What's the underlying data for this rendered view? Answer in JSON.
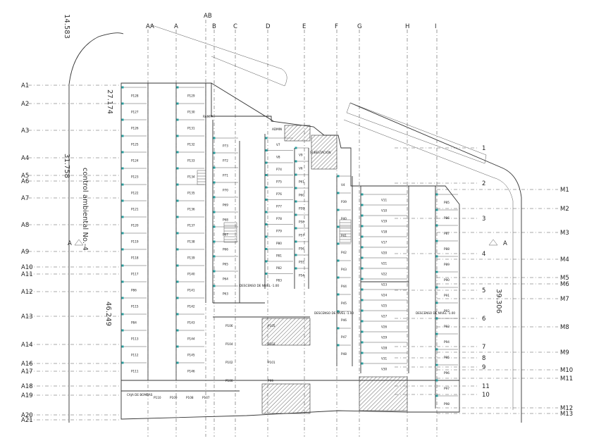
{
  "vertical_axes": [
    "AA",
    "A",
    "AB",
    "B",
    "C",
    "D",
    "E",
    "F",
    "G",
    "H",
    "I"
  ],
  "left_axes": [
    "A1",
    "A2",
    "A3",
    "A4",
    "A5",
    "A6",
    "A7",
    "A8",
    "A9",
    "A10",
    "A11",
    "A12",
    "A13",
    "A14",
    "A16",
    "A17",
    "A18",
    "A19",
    "A20",
    "A21"
  ],
  "right_num_axes": [
    "1",
    "2",
    "3",
    "4",
    "5",
    "6",
    "7",
    "8",
    "9",
    "11",
    "10"
  ],
  "right_m_axes": [
    "M1",
    "M2",
    "M3",
    "M4",
    "M5",
    "M6",
    "M7",
    "M8",
    "M9",
    "M10",
    "M11",
    "M12",
    "M13"
  ],
  "dimensions": {
    "d1": "14.583",
    "d2": "27.174",
    "d3": "31.758",
    "d4": "46.249",
    "d5": "39.306"
  },
  "vertical_text": "control ambiental No.-4",
  "section_marks": [
    "A",
    "A"
  ],
  "col1_spaces": [
    "P128",
    "P127",
    "P126",
    "P125",
    "P124",
    "P123",
    "P122",
    "P121",
    "P120",
    "P119",
    "P118",
    "P117",
    "P86",
    "P115",
    "P84",
    "P113",
    "P112",
    "P111"
  ],
  "col2_spaces": [
    "P129",
    "P130",
    "P131",
    "P132",
    "P133",
    "P134",
    "P135",
    "P136",
    "P137",
    "P138",
    "P139",
    "P140",
    "P141",
    "P142",
    "P143",
    "P144",
    "P145",
    "P146"
  ],
  "col3_spaces": [
    "P73",
    "P72",
    "P71",
    "P70",
    "P69",
    "P68",
    "P67",
    "P66",
    "P65",
    "P64",
    "P63"
  ],
  "col4_spaces": [
    "V7",
    "V8",
    "P74",
    "P75",
    "P76",
    "P77",
    "P78",
    "P79",
    "P80",
    "P81",
    "P82",
    "P83"
  ],
  "col5_spaces": [
    "V9",
    "V6",
    "P61",
    "P60",
    "P59",
    "P58",
    "P57",
    "P56",
    "P55",
    "P54"
  ],
  "col6_spaces": [
    "V4",
    "P39",
    "P40",
    "P41",
    "P42",
    "P43",
    "P44",
    "P45",
    "P46",
    "P47",
    "P48"
  ],
  "col7_spaces": [
    "V11",
    "V10",
    "V19",
    "V18",
    "V17",
    "V20",
    "V21",
    "V22",
    "V23",
    "V24",
    "V25",
    "V27",
    "V26",
    "V29",
    "V28",
    "V31",
    "V30"
  ],
  "col8_spaces": [
    "P85",
    "P86",
    "P87",
    "P88",
    "P89",
    "P90",
    "P91",
    "P92",
    "P93",
    "P94",
    "P95",
    "P96",
    "P97",
    "P98"
  ],
  "bottom_spaces": [
    "P110",
    "P109",
    "P108",
    "P107",
    "P106",
    "P105",
    "P104",
    "P103",
    "P102",
    "P101",
    "P100",
    "P99"
  ],
  "notes": {
    "n1": "SUBESTACION",
    "n2": "DESCENSO DE NIVEL -1.00",
    "n3": "DESCENSO DE NIVEL -1.00",
    "n4": "DESCENSO DE NIVEL -1.00",
    "n5": "RAMPA",
    "n6": "ADMIN",
    "n7": "CAJA DE BOMBAS"
  }
}
